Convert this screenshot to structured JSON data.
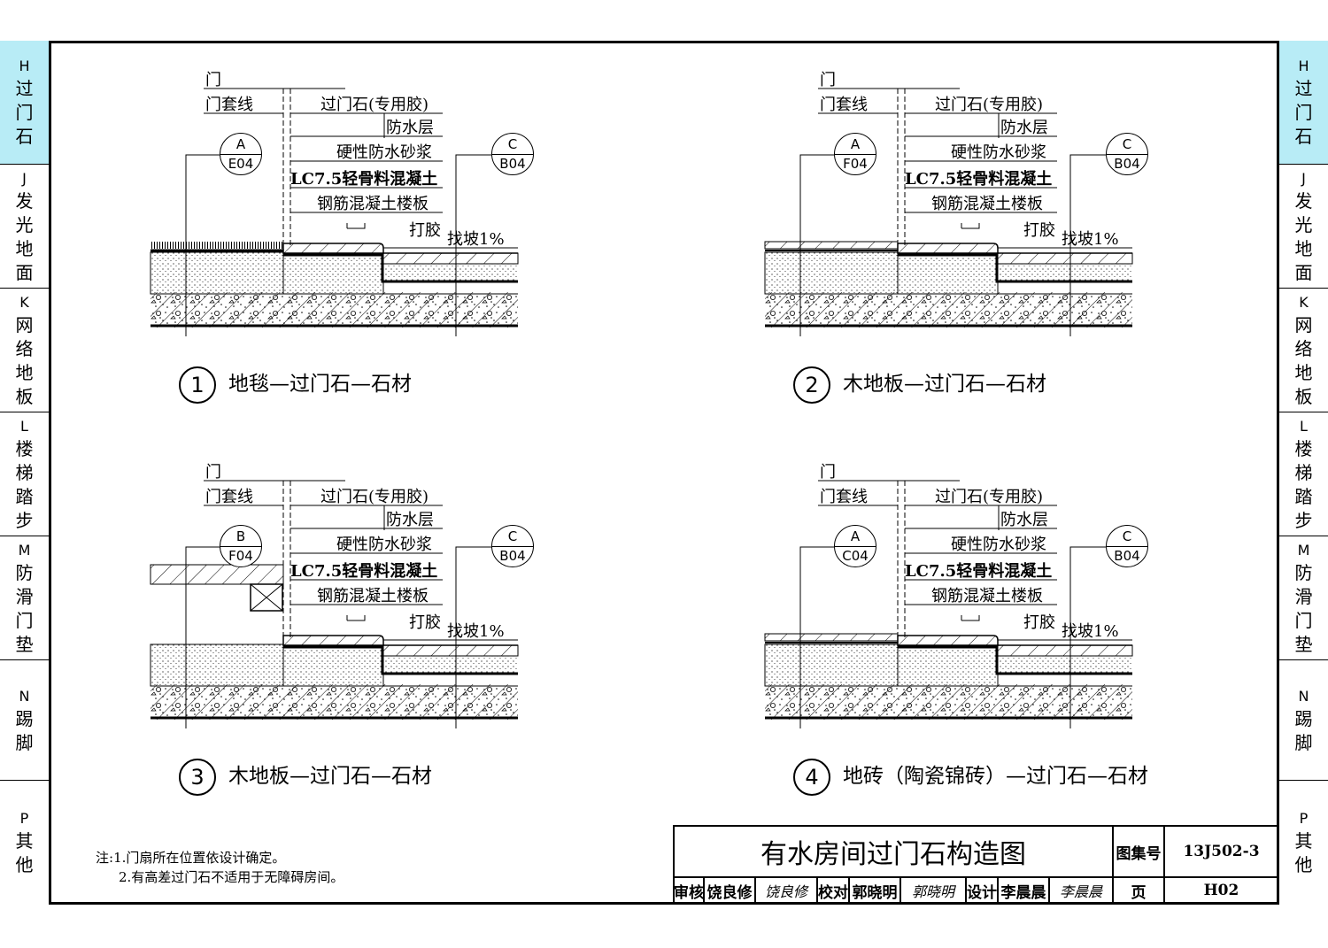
{
  "side_tabs": [
    {
      "letter": "H",
      "label": [
        "过",
        "门",
        "石"
      ],
      "active": true
    },
    {
      "letter": "J",
      "label": [
        "发",
        "光",
        "地",
        "面"
      ]
    },
    {
      "letter": "K",
      "label": [
        "网",
        "络",
        "地",
        "板"
      ]
    },
    {
      "letter": "L",
      "label": [
        "楼",
        "梯",
        "踏",
        "步"
      ]
    },
    {
      "letter": "M",
      "label": [
        "防",
        "滑",
        "门",
        "垫"
      ]
    },
    {
      "letter": "N",
      "label": [
        "踢",
        "脚"
      ]
    },
    {
      "letter": "P",
      "label": [
        "其",
        "他"
      ]
    }
  ],
  "layer_labels": {
    "door": "门",
    "door_casing": "门套线",
    "threshold_stone": "过门石(专用胶)",
    "waterproof_layer": "防水层",
    "waterproof_mortar": "硬性防水砂浆",
    "lc_concrete": "LC7.5轻骨料混凝土",
    "rc_slab": "钢筋混凝土楼板",
    "glue": "打胶",
    "slope": "找坡1%"
  },
  "details": [
    {
      "number": "1",
      "caption": "地毯—过门石—石材",
      "left_ref": {
        "top": "A",
        "bottom": "E04"
      },
      "right_ref": {
        "top": "C",
        "bottom": "B04"
      }
    },
    {
      "number": "2",
      "caption": "木地板—过门石—石材",
      "left_ref": {
        "top": "A",
        "bottom": "F04"
      },
      "right_ref": {
        "top": "C",
        "bottom": "B04"
      }
    },
    {
      "number": "3",
      "caption": "木地板—过门石—石材",
      "left_ref": {
        "top": "B",
        "bottom": "F04"
      },
      "right_ref": {
        "top": "C",
        "bottom": "B04"
      }
    },
    {
      "number": "4",
      "caption": "地砖（陶瓷锦砖）—过门石—石材",
      "left_ref": {
        "top": "A",
        "bottom": "C04"
      },
      "right_ref": {
        "top": "C",
        "bottom": "B04"
      }
    }
  ],
  "notes": {
    "prefix": "注:",
    "items": [
      "1.门扇所在位置依设计确定。",
      "2.有高差过门石不适用于无障碍房间。"
    ]
  },
  "title_block": {
    "title": "有水房间过门石构造图",
    "atlas_label": "图集号",
    "atlas_no": "13J502-3",
    "review_label": "审核",
    "reviewer": "饶良修",
    "reviewer_sig": "饶良修",
    "check_label": "校对",
    "checker": "郭晓明",
    "checker_sig": "郭晓明",
    "design_label": "设计",
    "designer": "李晨晨",
    "designer_sig": "李晨晨",
    "page_label": "页",
    "page_no": "H02"
  },
  "colors": {
    "active_tab": "#b8ecf6",
    "line": "#000000"
  }
}
